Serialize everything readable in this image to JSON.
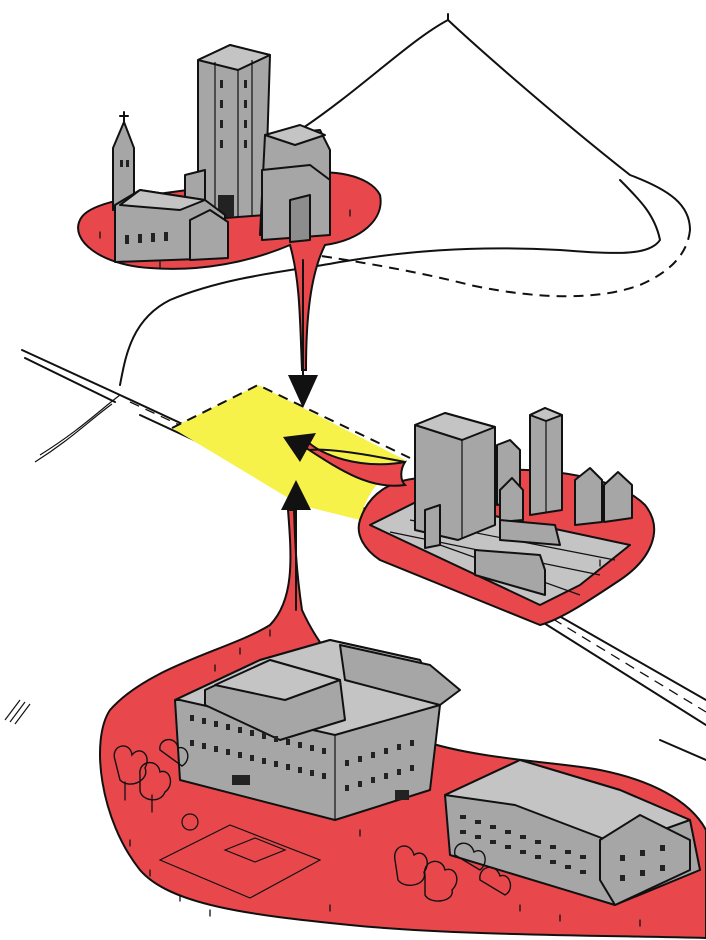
{
  "colors": {
    "zone_red": "#e8484c",
    "plot_yellow": "#f6f24a",
    "building_gray": "#a6a6a6",
    "ink": "#111111"
  },
  "scene": {
    "church_site": {
      "name": "church-and-tower-site"
    },
    "plot": {
      "name": "empty-development-plot"
    },
    "city_block": {
      "name": "high-rise-city-block"
    },
    "campus": {
      "name": "school-campus"
    }
  }
}
